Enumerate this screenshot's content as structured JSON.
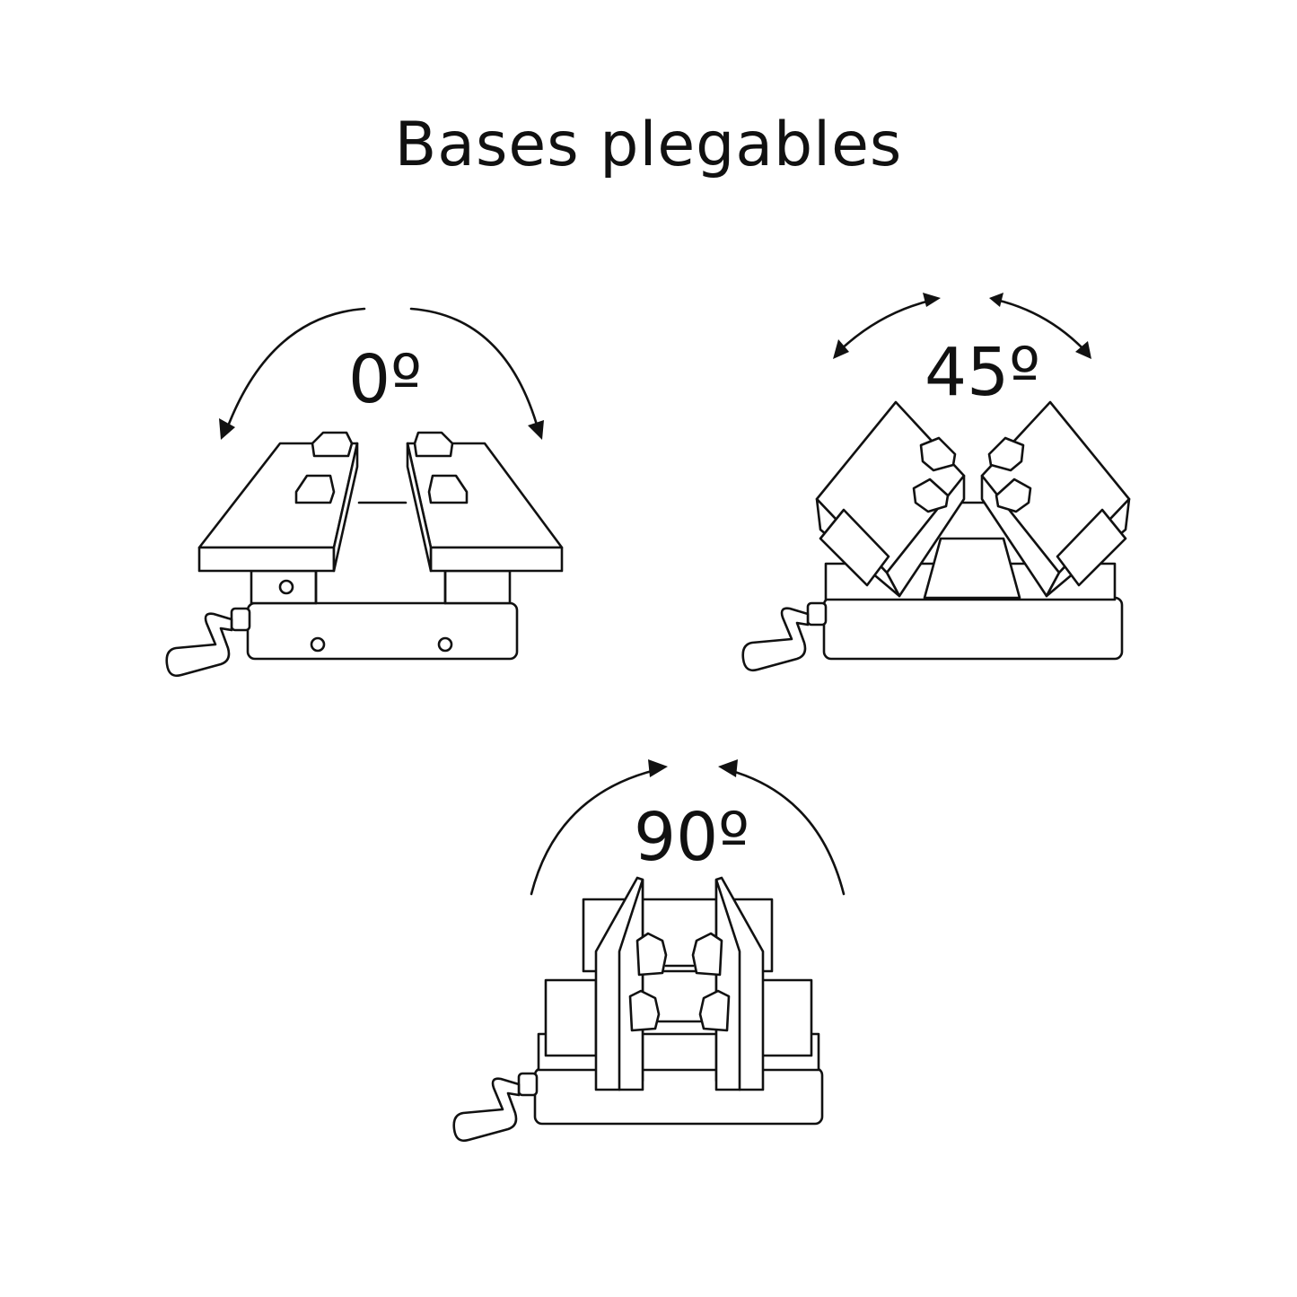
{
  "title": "Bases plegables",
  "positions": [
    {
      "id": "open",
      "label": "0º"
    },
    {
      "id": "angled",
      "label": "45º"
    },
    {
      "id": "vertical",
      "label": "90º"
    }
  ],
  "colors": {
    "line": "#111111",
    "background": "#ffffff"
  }
}
